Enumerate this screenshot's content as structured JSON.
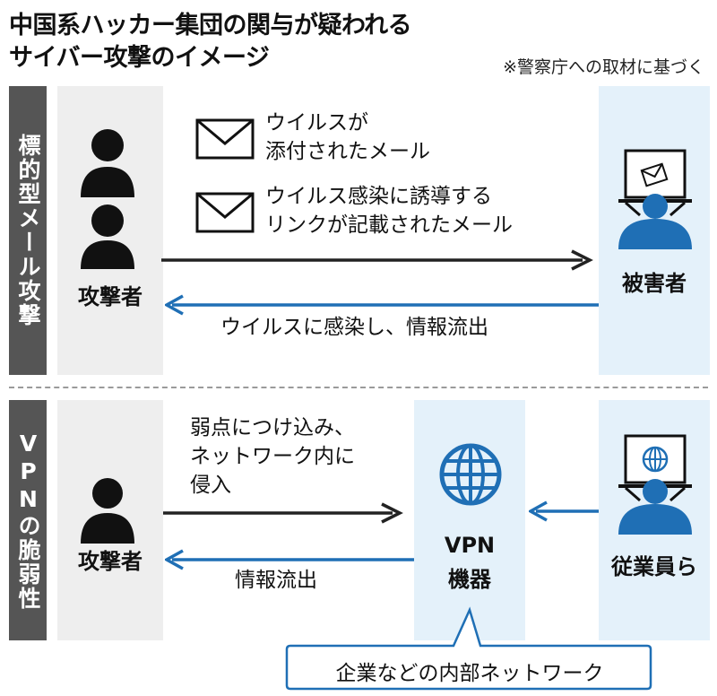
{
  "header": {
    "title_line1": "中国系ハッカー集団の関与が疑われる",
    "title_line2": "サイバー攻撃のイメージ",
    "source": "※警察庁への取材に基づく"
  },
  "colors": {
    "accent_blue": "#1f6fb5",
    "dark_gray": "#555555",
    "arrow_black": "#222222"
  },
  "section1": {
    "label": "標的型メール攻撃",
    "attacker_label": "攻撃者",
    "victim_label": "被害者",
    "email1": {
      "line1": "ウイルスが",
      "line2": "添付されたメール",
      "icon": "envelope-icon"
    },
    "email2": {
      "line1": "ウイルス感染に誘導する",
      "line2": "リンクが記載されたメール",
      "icon": "envelope-icon"
    },
    "return_text": "ウイルスに感染し、情報流出"
  },
  "section2": {
    "label": "VPNの脆弱性",
    "attacker_label": "攻撃者",
    "exploit_line1": "弱点につけ込み、",
    "exploit_line2": "ネットワーク内に",
    "exploit_line3": "侵入",
    "vpn_line1": "VPN",
    "vpn_line2": "機器",
    "employees_label": "従業員ら",
    "leak_text": "情報流出",
    "network_label": "企業などの内部ネットワーク"
  }
}
